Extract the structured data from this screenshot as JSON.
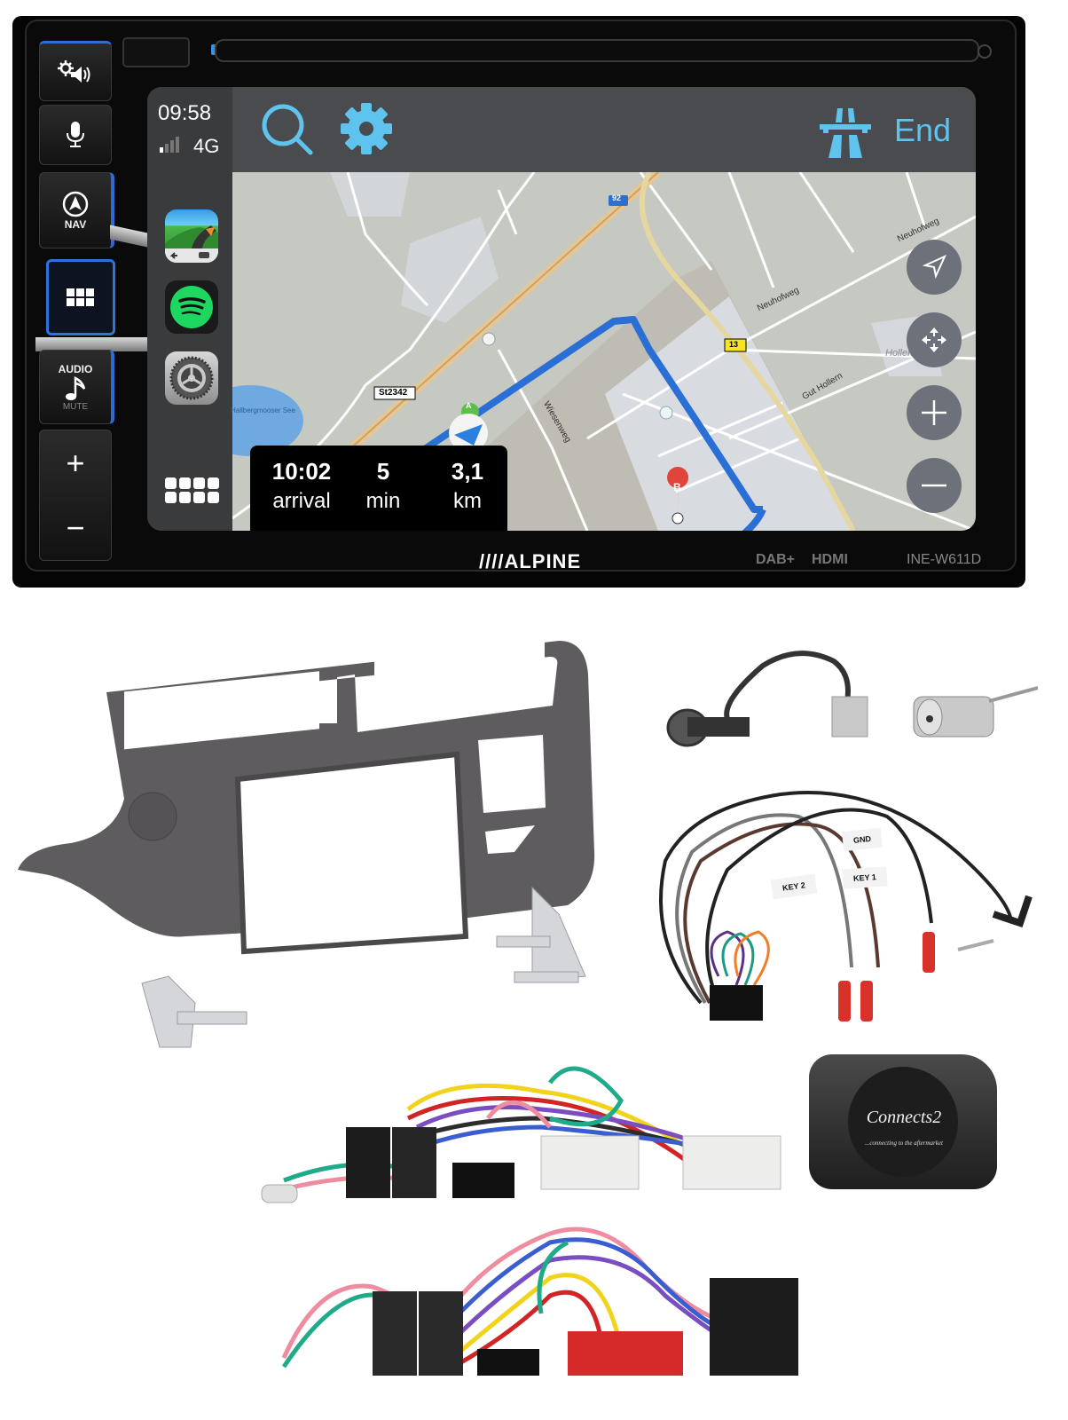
{
  "head_unit": {
    "brand": "////ALPINE",
    "badges": {
      "dab": "DAB+",
      "hdmi": "HDMI"
    },
    "model": "INE-W611D",
    "buttons": [
      {
        "id": "sound-settings",
        "icon": "gear-speaker-icon",
        "label": ""
      },
      {
        "id": "voice",
        "icon": "microphone-icon",
        "label": ""
      },
      {
        "id": "nav",
        "icon": "navigation-arrow-icon",
        "label": "NAV"
      },
      {
        "id": "home",
        "icon": "app-grid-icon",
        "label": ""
      },
      {
        "id": "audio",
        "icon": "music-note-icon",
        "label": "AUDIO",
        "sublabel": "MUTE"
      },
      {
        "id": "volume",
        "plus": "+",
        "minus": "−"
      }
    ],
    "accent_color": "#2e6ad6"
  },
  "carplay": {
    "status": {
      "time": "09:58",
      "network": "4G",
      "signal_bars": 1,
      "signal_total": 4
    },
    "dock_apps": [
      {
        "name": "Sygic",
        "icon": "sygic-icon"
      },
      {
        "name": "Spotify",
        "icon": "spotify-icon"
      },
      {
        "name": "Settings",
        "icon": "settings-icon"
      }
    ],
    "toolbar": {
      "search": "search-icon",
      "settings": "gear-icon",
      "road_type": "motorway-icon",
      "end_label": "End"
    },
    "accent_color": "#5ec4ee",
    "map": {
      "labels": [
        "92",
        "13",
        "St2342",
        "Neuhofweg",
        "Neuhofweg",
        "Gut Hollern",
        "Hollern",
        "Wiesenweg",
        "Hallbergmooser See"
      ],
      "start_marker": "A",
      "destination_marker": "B",
      "route_color": "#2a6fd6"
    },
    "eta": {
      "arrival_value": "10:02",
      "arrival_label": "arrival",
      "duration_value": "5",
      "duration_label": "min",
      "distance_value": "3,1",
      "distance_label": "km"
    },
    "map_controls": [
      "recenter-icon",
      "pan-icon",
      "zoom-in-icon",
      "zoom-out-icon"
    ]
  },
  "accessories": {
    "fascia_color": "#5e5c5e",
    "wiring_labels": {
      "gnd": "GND",
      "key1": "KEY 1",
      "key2": "KEY 2"
    },
    "interface_brand": "Connects2",
    "interface_tagline": "...connecting to the aftermarket"
  }
}
